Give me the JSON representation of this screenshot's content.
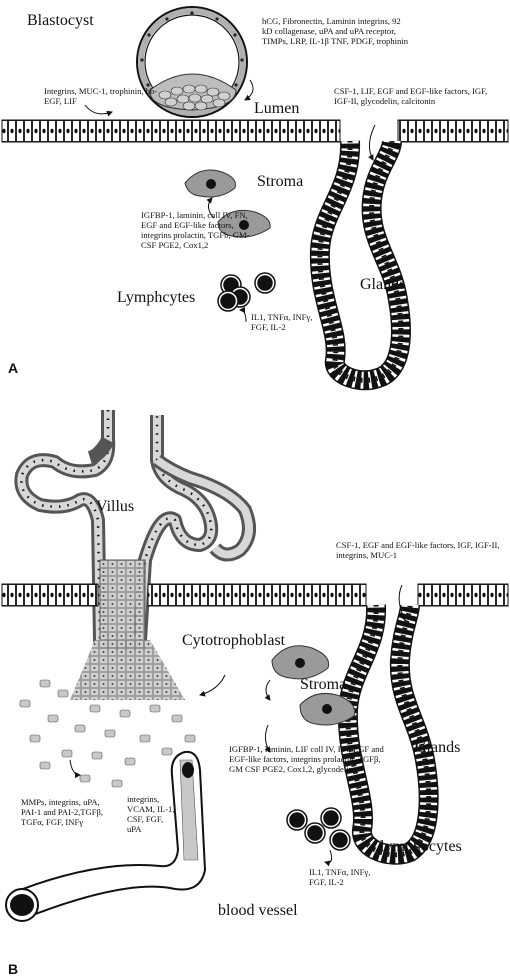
{
  "panel_a": {
    "panel_label": "A",
    "labels": {
      "blastocyst": "Blastocyst",
      "lumen": "Lumen",
      "stroma": "Stroma",
      "glands": "Glands",
      "lymphcytes": "Lymphcytes"
    },
    "factors": {
      "blastocyst_factors": "hCG, Fibronectin, Laminin integrins, 92 kD collagenase, uPA and uPA receptor, TIMPs, LRP, IL-1β TNF, PDGF, trophinin",
      "epithelium_factors": "Integrins, MUC-1, trophinin, hb-EGF, LIF",
      "gland_factors": "CSF-1, LIF, EGF and EGF-like factors, IGF, IGF-II, glycodelin, calcitonin",
      "stroma_factors": "IGFBP-1, laminin, coll IV, FN, EGF and EGF-like factors, integrins prolactin, TGFb, GM-CSF PGE2, Cox1,2",
      "lymphocyte_factors": "IL1, TNFα, INFγ, FGF, IL-2"
    }
  },
  "panel_b": {
    "panel_label": "B",
    "labels": {
      "villus": "Villus",
      "cytotrophoblast": "Cytotrophoblast",
      "stroma": "Stroma",
      "glands": "Glands",
      "lymphocytes": "lymphocytes",
      "blood_vessel": "blood vessel"
    },
    "factors": {
      "gland_factors": "CSF-1, EGF and EGF-like factors, IGF, IGF-II, integrins, MUC-1",
      "stroma_factors": "IGFBP-1, laminin, LIF coll IV, FN, EGF and EGF-like factors, integrins prolactin, TGFβ, GM CSF PGE2, Cox1,2, glycodelin",
      "trophoblast_factors": "MMPs, integrins, uPA, PAI-1 and PAI-2,TGFβ, TGFα, FGF, INFγ",
      "vessel_factors": "integrins, VCAM, IL-1, CSF, FGF, uPA",
      "lymphocyte_factors": "IL1, TNFα, INFγ, FGF, IL-2"
    }
  }
}
